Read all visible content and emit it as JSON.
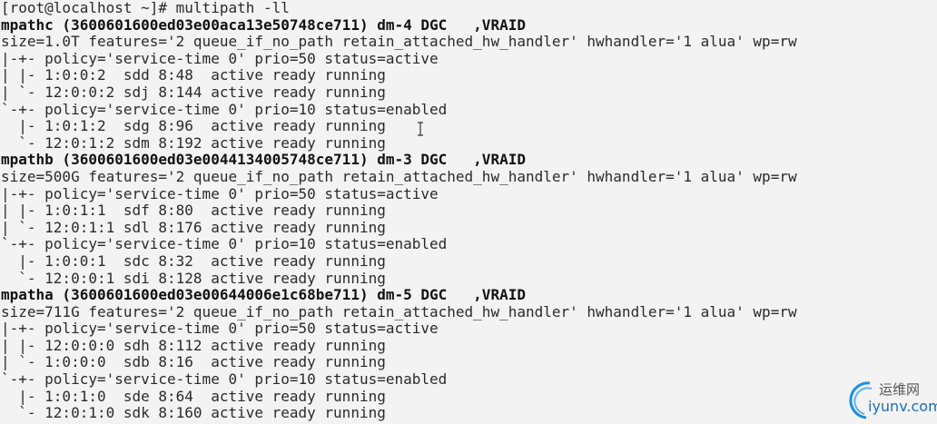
{
  "terminal": {
    "lines": [
      {
        "text": "[root@localhost ~]# multipath -ll",
        "bold": false
      },
      {
        "text": "mpathc (3600601600ed03e00aca13e50748ce711) dm-4 DGC   ,VRAID",
        "bold": true
      },
      {
        "text": "size=1.0T features='2 queue_if_no_path retain_attached_hw_handler' hwhandler='1 alua' wp=rw",
        "bold": false
      },
      {
        "text": "|-+- policy='service-time 0' prio=50 status=active",
        "bold": false
      },
      {
        "text": "| |- 1:0:0:2  sdd 8:48  active ready running",
        "bold": false
      },
      {
        "text": "| `- 12:0:0:2 sdj 8:144 active ready running",
        "bold": false
      },
      {
        "text": "`-+- policy='service-time 0' prio=10 status=enabled",
        "bold": false
      },
      {
        "text": "  |- 1:0:1:2  sdg 8:96  active ready running",
        "bold": false
      },
      {
        "text": "  `- 12:0:1:2 sdm 8:192 active ready running",
        "bold": false
      },
      {
        "text": "mpathb (3600601600ed03e0044134005748ce711) dm-3 DGC   ,VRAID",
        "bold": true
      },
      {
        "text": "size=500G features='2 queue_if_no_path retain_attached_hw_handler' hwhandler='1 alua' wp=rw",
        "bold": false
      },
      {
        "text": "|-+- policy='service-time 0' prio=50 status=active",
        "bold": false
      },
      {
        "text": "| |- 1:0:1:1  sdf 8:80  active ready running",
        "bold": false
      },
      {
        "text": "| `- 12:0:1:1 sdl 8:176 active ready running",
        "bold": false
      },
      {
        "text": "`-+- policy='service-time 0' prio=10 status=enabled",
        "bold": false
      },
      {
        "text": "  |- 1:0:0:1  sdc 8:32  active ready running",
        "bold": false
      },
      {
        "text": "  `- 12:0:0:1 sdi 8:128 active ready running",
        "bold": false
      },
      {
        "text": "mpatha (3600601600ed03e00644006e1c68be711) dm-5 DGC   ,VRAID",
        "bold": true
      },
      {
        "text": "size=711G features='2 queue_if_no_path retain_attached_hw_handler' hwhandler='1 alua' wp=rw",
        "bold": false
      },
      {
        "text": "|-+- policy='service-time 0' prio=50 status=active",
        "bold": false
      },
      {
        "text": "| |- 12:0:0:0 sdh 8:112 active ready running",
        "bold": false
      },
      {
        "text": "| `- 1:0:0:0  sdb 8:16  active ready running",
        "bold": false
      },
      {
        "text": "`-+- policy='service-time 0' prio=10 status=enabled",
        "bold": false
      },
      {
        "text": "  |- 1:0:1:0  sde 8:64  active ready running",
        "bold": false
      },
      {
        "text": "  `- 12:0:1:0 sdk 8:160 active ready running",
        "bold": false
      }
    ]
  },
  "watermark": {
    "cn": "运维网",
    "en": "iyunv.com"
  },
  "colors": {
    "background": "#f3f3f3",
    "text": "#2a2a2a",
    "watermark": "#1a6fc0"
  }
}
